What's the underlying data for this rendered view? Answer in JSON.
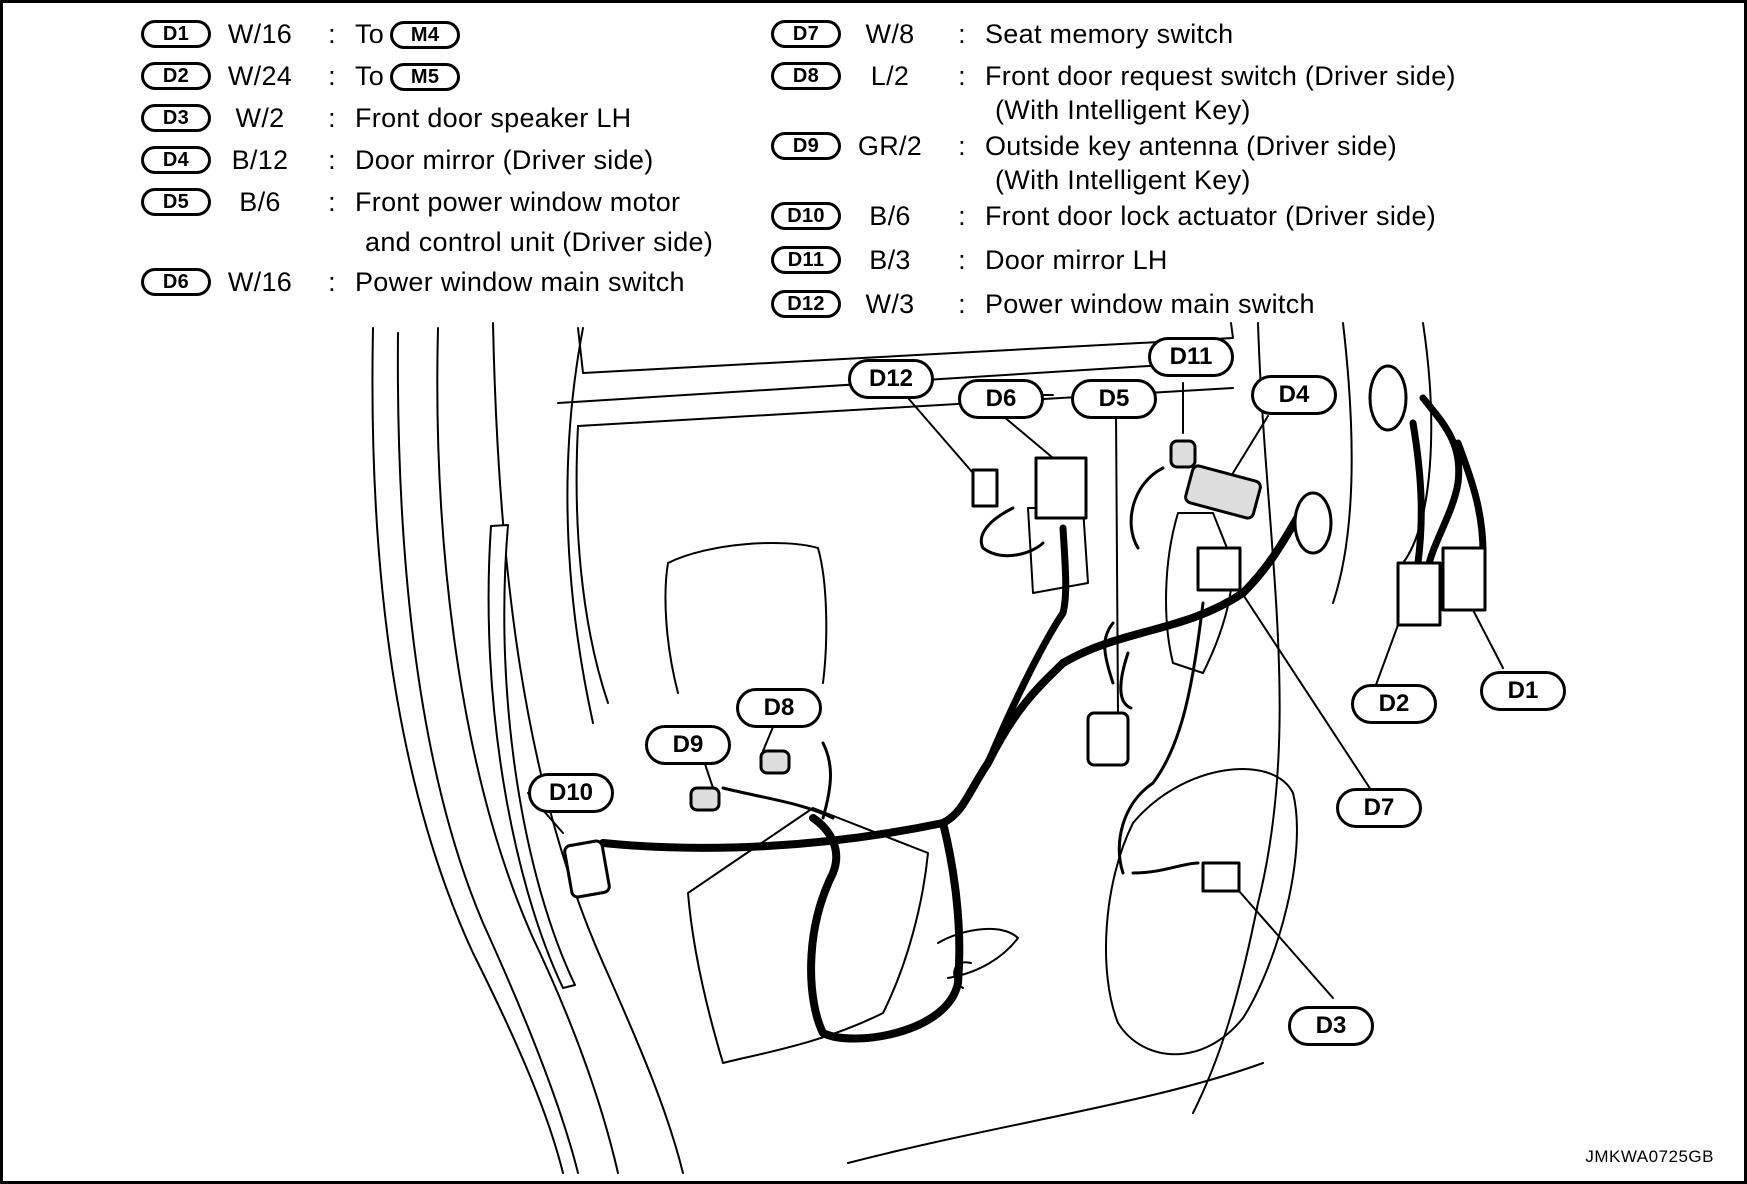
{
  "legend": [
    {
      "id": "D1",
      "wire": "W/16",
      "text": "To",
      "ref": "M4"
    },
    {
      "id": "D2",
      "wire": "W/24",
      "text": "To",
      "ref": "M5"
    },
    {
      "id": "D3",
      "wire": "W/2",
      "text": "Front door speaker LH"
    },
    {
      "id": "D4",
      "wire": "B/12",
      "text": "Door mirror (Driver side)"
    },
    {
      "id": "D5",
      "wire": "B/6",
      "text": "Front power window motor",
      "text2": "and control unit (Driver side)"
    },
    {
      "id": "D6",
      "wire": "W/16",
      "text": "Power window main switch"
    },
    {
      "id": "D7",
      "wire": "W/8",
      "text": "Seat memory switch"
    },
    {
      "id": "D8",
      "wire": "L/2",
      "text": "Front door request switch (Driver side)",
      "text2": "(With Intelligent Key)"
    },
    {
      "id": "D9",
      "wire": "GR/2",
      "text": "Outside key antenna (Driver side)",
      "text2": "(With Intelligent Key)"
    },
    {
      "id": "D10",
      "wire": "B/6",
      "text": "Front door lock actuator (Driver side)"
    },
    {
      "id": "D11",
      "wire": "B/3",
      "text": "Door mirror LH"
    },
    {
      "id": "D12",
      "wire": "W/3",
      "text": "Power window main switch"
    }
  ],
  "colon": ":",
  "callouts": [
    "D12",
    "D6",
    "D5",
    "D11",
    "D4",
    "D8",
    "D9",
    "D10",
    "D2",
    "D1",
    "D7",
    "D3"
  ],
  "code": "JMKWA0725GB"
}
